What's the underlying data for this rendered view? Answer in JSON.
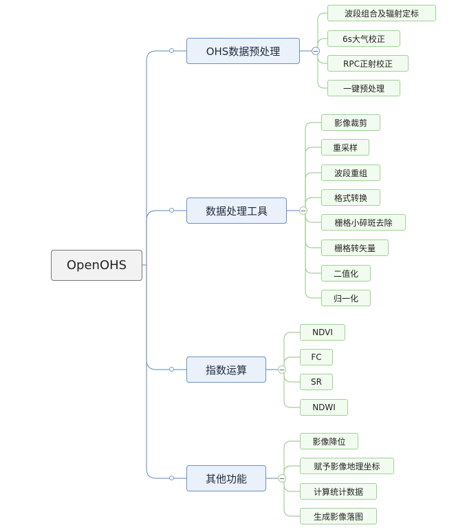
{
  "root": {
    "label": "OpenOHS"
  },
  "branches": [
    {
      "label": "OHS数据预处理",
      "children": [
        "波段组合及辐射定标",
        "6s大气校正",
        "RPC正射校正",
        "一键预处理"
      ]
    },
    {
      "label": "数据处理工具",
      "children": [
        "影像裁剪",
        "重采样",
        "波段重组",
        "格式转换",
        "栅格小碎斑去除",
        "栅格转矢量",
        "二值化",
        "归一化"
      ]
    },
    {
      "label": "指数运算",
      "children": [
        "NDVI",
        "FC",
        "SR",
        "NDWI"
      ]
    },
    {
      "label": "其他功能",
      "children": [
        "影像降位",
        "赋予影像地理坐标",
        "计算统计数据",
        "生成影像落图"
      ]
    }
  ],
  "colors": {
    "trunk_line": "#7b9ccc",
    "leaf_line": "#a3cf9a",
    "main_fill": "#eaf1fb",
    "leaf_fill": "#f2fbef"
  },
  "icons": {
    "collapse": "minus-circle-icon",
    "connector": "small-circle-icon"
  },
  "collapse_symbol": "−"
}
